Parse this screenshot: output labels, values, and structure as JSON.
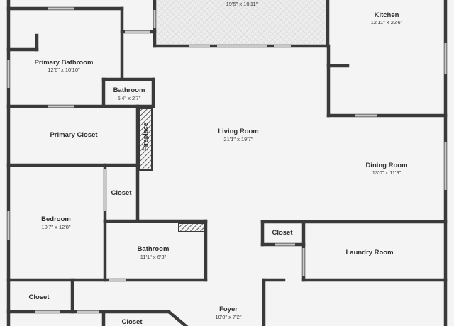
{
  "rooms": {
    "patio": {
      "name": "",
      "dims": "19'5\" x 10'11\""
    },
    "kitchen": {
      "name": "Kitchen",
      "dims": "12'11\" x 22'6\""
    },
    "primary_bathroom": {
      "name": "Primary Bathroom",
      "dims": "12'6\" x 10'10\""
    },
    "bathroom_small": {
      "name": "Bathroom",
      "dims": "5'4\" x 2'7\""
    },
    "primary_closet": {
      "name": "Primary Closet"
    },
    "fireplace": {
      "name": "Fireplace"
    },
    "living_room": {
      "name": "Living Room",
      "dims": "21'1\" x 19'7\""
    },
    "dining_room": {
      "name": "Dining Room",
      "dims": "13'0\" x 11'9\""
    },
    "closet_bedroom": {
      "name": "Closet"
    },
    "bedroom": {
      "name": "Bedroom",
      "dims": "10'7\" x 12'8\""
    },
    "bathroom": {
      "name": "Bathroom",
      "dims": "11'1\" x 6'3\""
    },
    "closet_laundry": {
      "name": "Closet"
    },
    "laundry_room": {
      "name": "Laundry Room"
    },
    "closet_lower_left": {
      "name": "Closet"
    },
    "closet_bottom": {
      "name": "Closet"
    },
    "foyer": {
      "name": "Foyer",
      "dims": "10'0\" x 7'2\""
    }
  },
  "colors": {
    "wall": "#3a3a3a",
    "floor": "#f4f4f4",
    "patio_tile": "#e9e9e9",
    "window": "#c9c9c9"
  }
}
